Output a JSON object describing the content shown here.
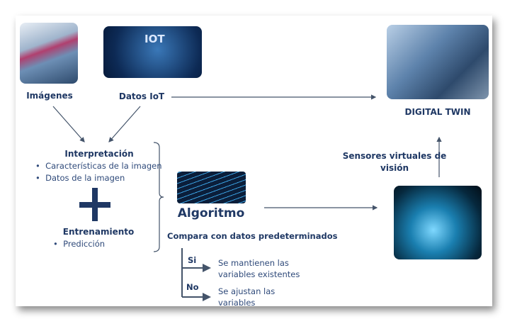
{
  "sources": {
    "images_label": "Imágenes",
    "iot_label": "Datos IoT",
    "iot_image_text": "IOT"
  },
  "digital_twin": {
    "label": "DIGITAL TWIN"
  },
  "interpretation": {
    "title": "Interpretación",
    "bullets": [
      "Características de la imagen",
      "Datos de la imagen"
    ]
  },
  "training": {
    "title": "Entrenamiento",
    "bullets": [
      "Predicción"
    ]
  },
  "algorithm": {
    "label": "Algoritmo",
    "compare": "Compara con datos predeterminados",
    "yes_label": "Si",
    "yes_text": [
      "Se mantienen las",
      "variables existentes"
    ],
    "no_label": "No",
    "no_text": [
      "Se ajustan las",
      "variables"
    ]
  },
  "sensors": {
    "label": [
      "Sensores virtuales de",
      "visión"
    ]
  },
  "colors": {
    "text": "#1f3864",
    "line": "#44546a",
    "plus": "#1f3864"
  }
}
